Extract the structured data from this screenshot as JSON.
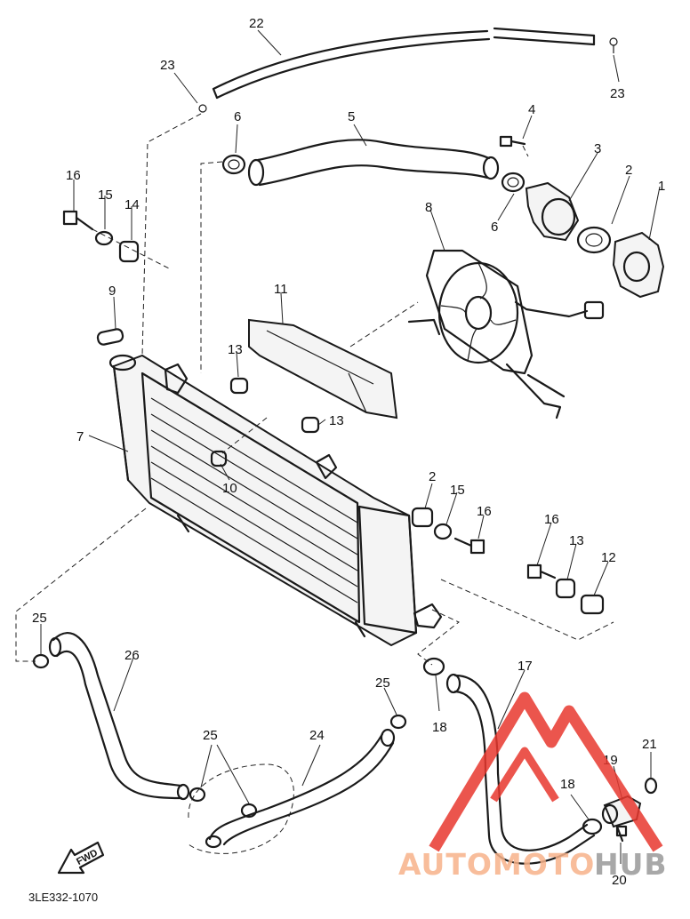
{
  "callouts": [
    {
      "id": "c22",
      "text": "22"
    },
    {
      "id": "c23a",
      "text": "23"
    },
    {
      "id": "c23b",
      "text": "23"
    },
    {
      "id": "c6a",
      "text": "6"
    },
    {
      "id": "c5",
      "text": "5"
    },
    {
      "id": "c4",
      "text": "4"
    },
    {
      "id": "c3",
      "text": "3"
    },
    {
      "id": "c2a",
      "text": "2"
    },
    {
      "id": "c1",
      "text": "1"
    },
    {
      "id": "c6b",
      "text": "6"
    },
    {
      "id": "c16a",
      "text": "16"
    },
    {
      "id": "c15a",
      "text": "15"
    },
    {
      "id": "c14",
      "text": "14"
    },
    {
      "id": "c8",
      "text": "8"
    },
    {
      "id": "c11",
      "text": "11"
    },
    {
      "id": "c9",
      "text": "9"
    },
    {
      "id": "c13a",
      "text": "13"
    },
    {
      "id": "c13b",
      "text": "13"
    },
    {
      "id": "c7",
      "text": "7"
    },
    {
      "id": "c10",
      "text": "10"
    },
    {
      "id": "c2b",
      "text": "2"
    },
    {
      "id": "c15b",
      "text": "15"
    },
    {
      "id": "c16b",
      "text": "16"
    },
    {
      "id": "c16c",
      "text": "16"
    },
    {
      "id": "c13c",
      "text": "13"
    },
    {
      "id": "c12",
      "text": "12"
    },
    {
      "id": "c25a",
      "text": "25"
    },
    {
      "id": "c26",
      "text": "26"
    },
    {
      "id": "c17",
      "text": "17"
    },
    {
      "id": "c25b",
      "text": "25"
    },
    {
      "id": "c18a",
      "text": "18"
    },
    {
      "id": "c25c",
      "text": "25"
    },
    {
      "id": "c24",
      "text": "24"
    },
    {
      "id": "c21",
      "text": "21"
    },
    {
      "id": "c19",
      "text": "19"
    },
    {
      "id": "c18b",
      "text": "18"
    },
    {
      "id": "c20",
      "text": "20"
    }
  ],
  "diagram_code": "3LE332-1070",
  "fwd_label": "FWD",
  "watermark": {
    "part1": "AUTOMOTO",
    "part2": "HUB",
    "color1": "#f7b28a",
    "color2": "#9a9a9a",
    "logo_color": "#e8382f"
  }
}
